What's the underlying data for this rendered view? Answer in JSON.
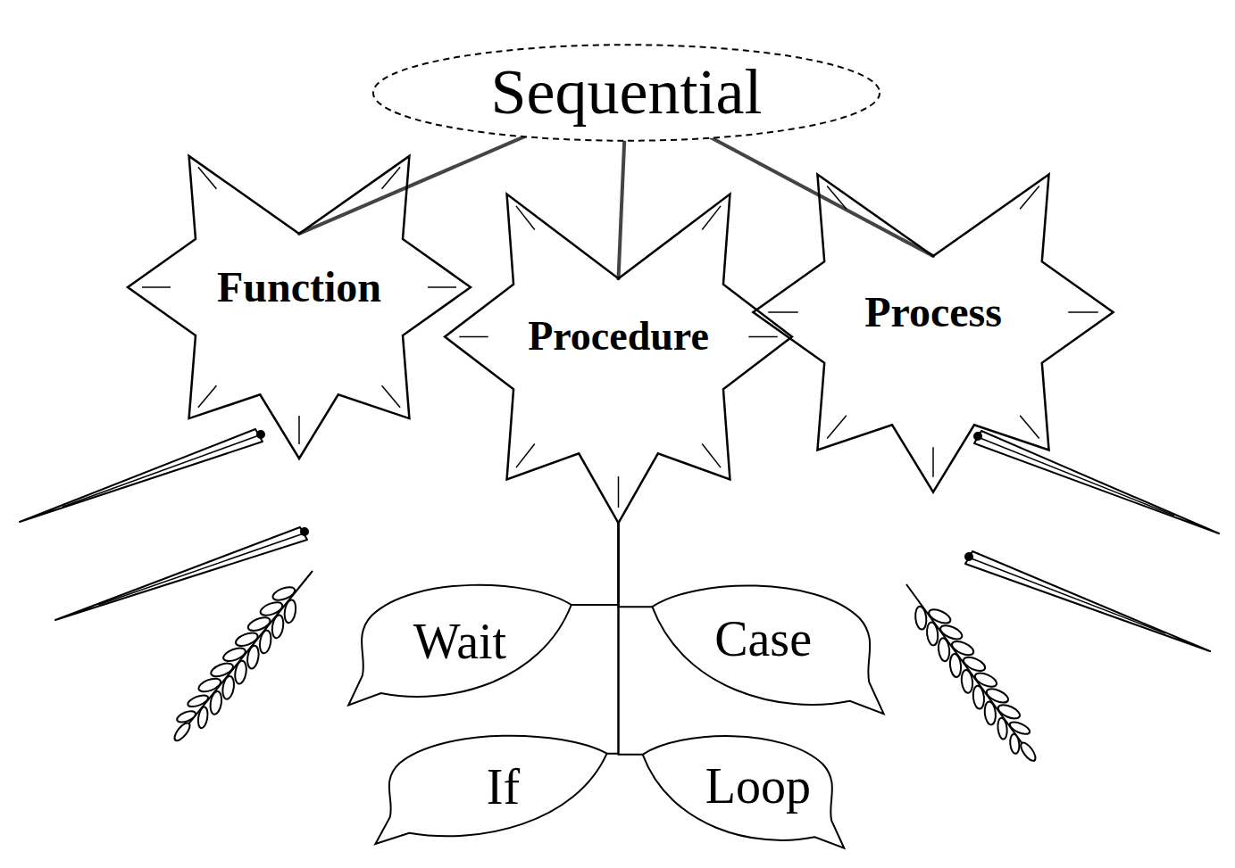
{
  "diagram": {
    "nodes": [
      {
        "text": [
          "Sequential"
        ]
      },
      {
        "text": [
          "Function"
        ]
      },
      {
        "text": [
          "Procedure"
        ]
      },
      {
        "text": [
          "Process"
        ]
      },
      {
        "text": [
          "Wait"
        ]
      },
      {
        "text": [
          "Case"
        ]
      },
      {
        "text": [
          "If"
        ]
      },
      {
        "text": [
          "Loop"
        ]
      }
    ],
    "edges": [
      {
        "from": 0,
        "to": 1,
        "arrow": "none"
      },
      {
        "from": 0,
        "to": 2,
        "arrow": "none"
      },
      {
        "from": 0,
        "to": 3,
        "arrow": "none"
      },
      {
        "from": 2,
        "to": 4,
        "arrow": "none"
      },
      {
        "from": 2,
        "to": 5,
        "arrow": "none"
      },
      {
        "from": 2,
        "to": 6,
        "arrow": "none"
      },
      {
        "from": 2,
        "to": 7,
        "arrow": "none"
      }
    ]
  }
}
